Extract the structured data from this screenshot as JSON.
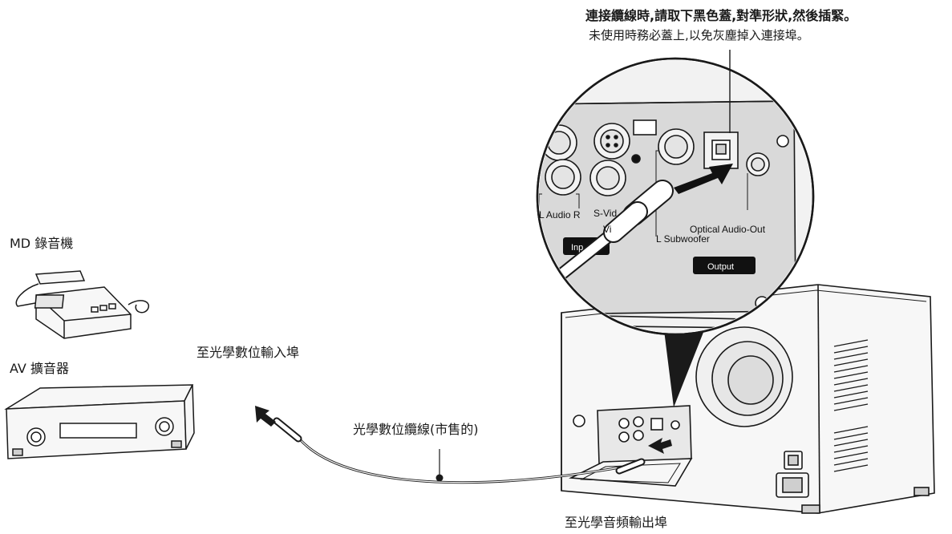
{
  "callout": {
    "title": "連接纜線時,請取下黑色蓋,對準形狀,然後插緊。",
    "note": "未使用時務必蓋上,以免灰塵掉入連接埠。"
  },
  "devices": {
    "md_recorder": "MD 錄音機",
    "av_amplifier": "AV 擴音器"
  },
  "cable": {
    "to_optical_digital_in": "至光學數位輸入埠",
    "optical_digital_cable": "光學數位纜線(市售的)",
    "to_optical_audio_out": "至光學音頻輸出埠"
  },
  "panel_labels": {
    "audio_lr": "L  Audio R",
    "s_video": "S-Vid",
    "video": "Vi",
    "subwoofer": "L Subwoofer",
    "optical_audio_out": "Optical Audio-Out",
    "input": "Inp",
    "output": "Output"
  },
  "colors": {
    "line": "#1a1a1a",
    "panel_fill": "#d9d9d9",
    "device_fill": "#f5f5f5"
  }
}
